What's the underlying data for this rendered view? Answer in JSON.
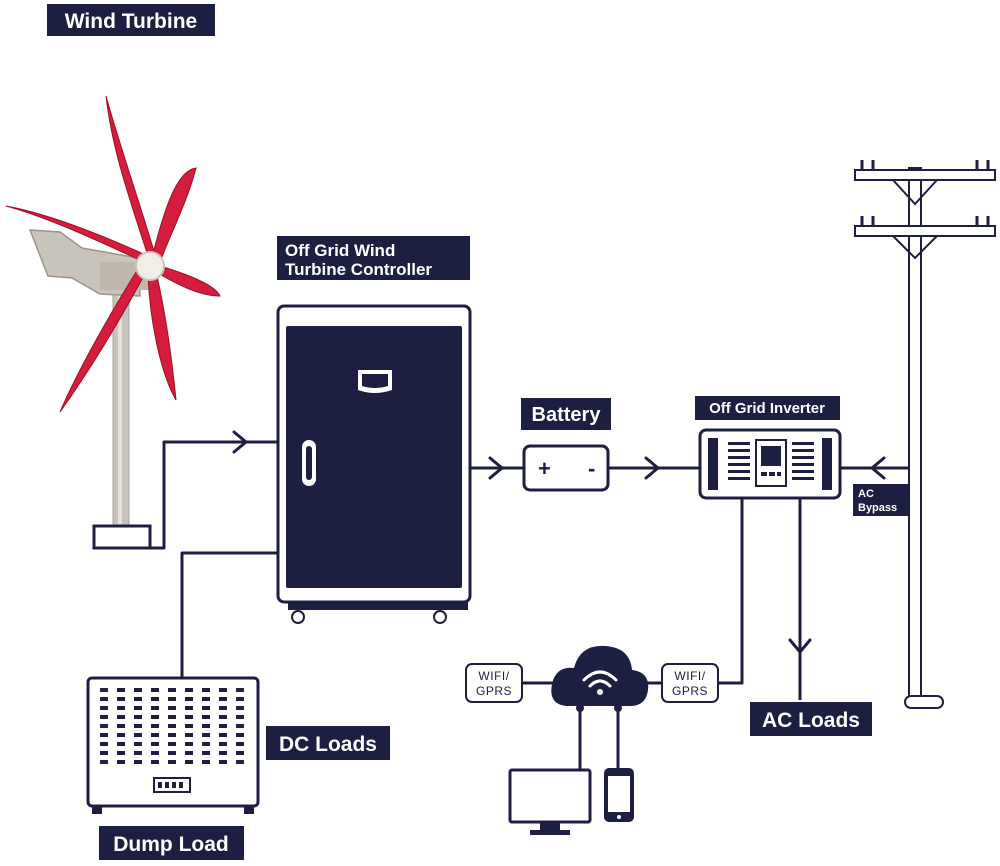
{
  "labels": {
    "wind_turbine": "Wind Turbine",
    "controller_line1": "Off Grid Wind",
    "controller_line2": "Turbine Controller",
    "battery": "Battery",
    "inverter": "Off Grid Inverter",
    "ac_bypass_line1": "AC",
    "ac_bypass_line2": "Bypass",
    "dc_loads": "DC Loads",
    "dump_load": "Dump Load",
    "ac_loads": "AC Loads",
    "wifi_left_line1": "WIFI/",
    "wifi_left_line2": "GPRS",
    "wifi_right_line1": "WIFI/",
    "wifi_right_line2": "GPRS",
    "battery_plus": "+",
    "battery_minus": "-"
  },
  "colors": {
    "navy": "#1d1f42",
    "blade_red": "#d41c3c",
    "turbine_gray": "#c9c4bb"
  },
  "icons": [
    "wind-turbine-icon",
    "controller-cabinet-icon",
    "battery-icon",
    "inverter-icon",
    "utility-pole-icon",
    "cloud-wifi-icon",
    "monitor-icon",
    "smartphone-icon",
    "dump-load-icon"
  ]
}
